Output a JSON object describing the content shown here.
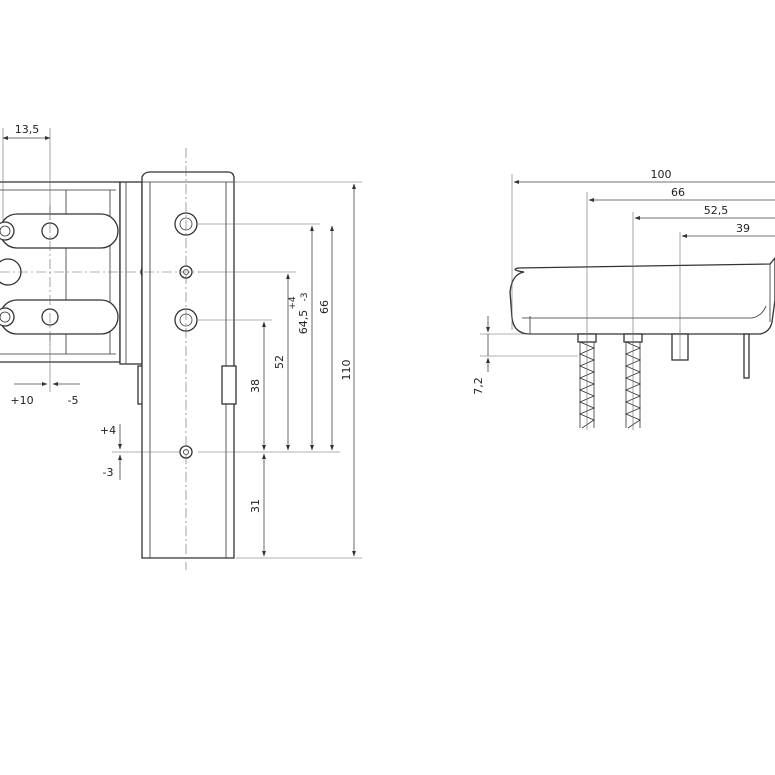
{
  "front_view": {
    "dims_horizontal": {
      "top": "13,5",
      "left_adj": "+10",
      "right_adj": "-5"
    },
    "dims_vertical": {
      "d38": "38",
      "d52": "52",
      "d64": "64,5",
      "d64_tol_plus": "+4",
      "d64_tol_minus": "-3",
      "d66": "66",
      "d110": "110",
      "d31": "31"
    },
    "height_adjust": {
      "plus": "+4",
      "minus": "-3"
    }
  },
  "side_view": {
    "dims": {
      "d100": "100",
      "d66": "66",
      "d52_5": "52,5",
      "d39": "39",
      "d7_2": "7,2"
    }
  }
}
